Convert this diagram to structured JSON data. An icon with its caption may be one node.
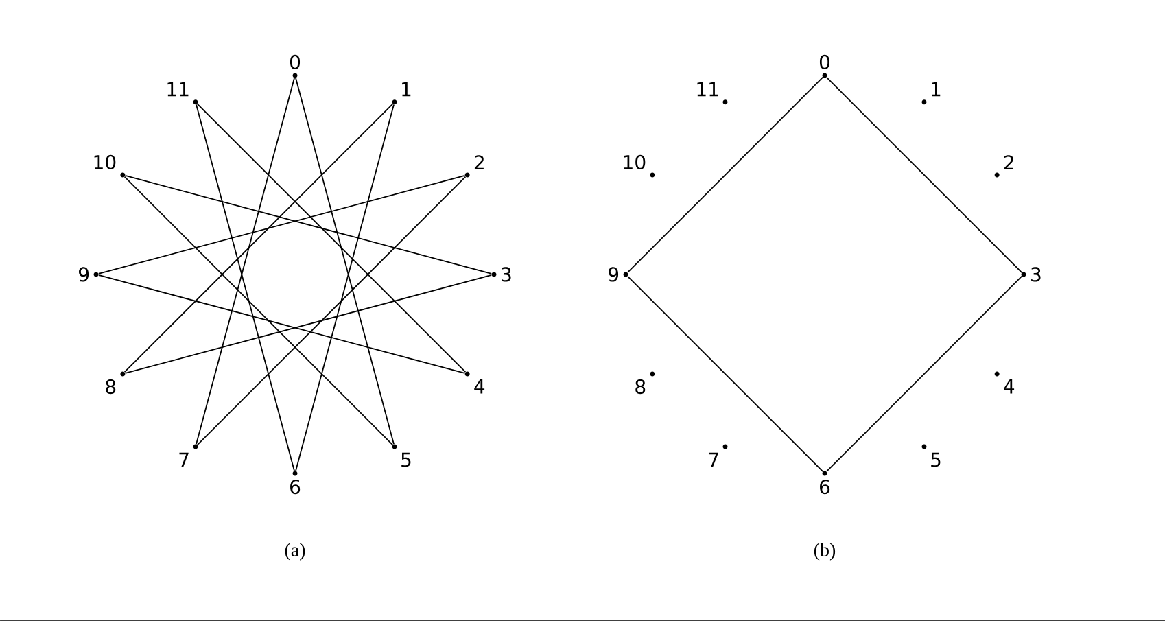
{
  "diagram": {
    "nodes": [
      {
        "text": [
          "0"
        ]
      },
      {
        "text": [
          "1"
        ]
      },
      {
        "text": [
          "2"
        ]
      },
      {
        "text": [
          "3"
        ]
      },
      {
        "text": [
          "4"
        ]
      },
      {
        "text": [
          "5"
        ]
      },
      {
        "text": [
          "6"
        ]
      },
      {
        "text": [
          "7"
        ]
      },
      {
        "text": [
          "8"
        ]
      },
      {
        "text": [
          "9"
        ]
      },
      {
        "text": [
          "10"
        ]
      },
      {
        "text": [
          "11"
        ]
      },
      {
        "text": [
          "0"
        ]
      },
      {
        "text": [
          "1"
        ]
      },
      {
        "text": [
          "2"
        ]
      },
      {
        "text": [
          "3"
        ]
      },
      {
        "text": [
          "4"
        ]
      },
      {
        "text": [
          "5"
        ]
      },
      {
        "text": [
          "6"
        ]
      },
      {
        "text": [
          "7"
        ]
      },
      {
        "text": [
          "8"
        ]
      },
      {
        "text": [
          "9"
        ]
      },
      {
        "text": [
          "10"
        ]
      },
      {
        "text": [
          "11"
        ]
      }
    ],
    "edges": [
      {
        "from": 0,
        "to": 5,
        "arrow": "none"
      },
      {
        "from": 1,
        "to": 6,
        "arrow": "none"
      },
      {
        "from": 2,
        "to": 7,
        "arrow": "none"
      },
      {
        "from": 3,
        "to": 8,
        "arrow": "none"
      },
      {
        "from": 4,
        "to": 9,
        "arrow": "none"
      },
      {
        "from": 5,
        "to": 10,
        "arrow": "none"
      },
      {
        "from": 6,
        "to": 11,
        "arrow": "none"
      },
      {
        "from": 7,
        "to": 0,
        "arrow": "none"
      },
      {
        "from": 8,
        "to": 1,
        "arrow": "none"
      },
      {
        "from": 9,
        "to": 2,
        "arrow": "none"
      },
      {
        "from": 10,
        "to": 3,
        "arrow": "none"
      },
      {
        "from": 11,
        "to": 4,
        "arrow": "none"
      },
      {
        "from": 12,
        "to": 15,
        "arrow": "none"
      },
      {
        "from": 15,
        "to": 18,
        "arrow": "none"
      },
      {
        "from": 18,
        "to": 21,
        "arrow": "none"
      },
      {
        "from": 21,
        "to": 12,
        "arrow": "none"
      }
    ],
    "labels": [
      "(a)",
      "(b)"
    ]
  }
}
